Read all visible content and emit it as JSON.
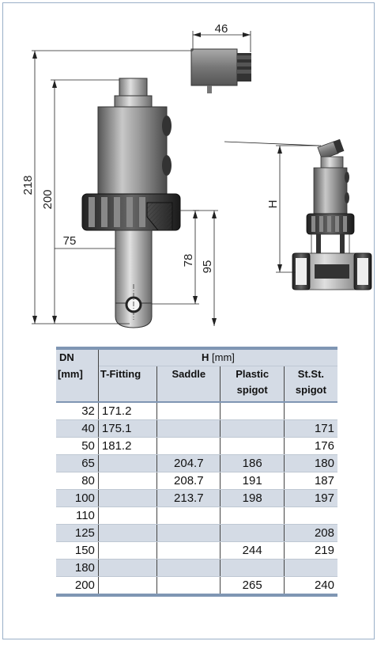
{
  "drawing": {
    "dimensions": {
      "d46": "46",
      "d218": "218",
      "d200": "200",
      "d75": "75",
      "d78": "78",
      "d95": "95",
      "dH": "H"
    }
  },
  "table": {
    "header": {
      "dn": "DN",
      "dn_unit": "[mm]",
      "h": "H",
      "h_unit": "[mm]",
      "t_fitting": "T-Fitting",
      "saddle": "Saddle",
      "plastic_line1": "Plastic",
      "plastic_line2": "spigot",
      "stst_line1": "St.St.",
      "stst_line2": "spigot"
    },
    "rows": [
      {
        "dn": "32",
        "t_fitting": "171.2",
        "saddle": "",
        "plastic": "",
        "stst": ""
      },
      {
        "dn": "40",
        "t_fitting": "175.1",
        "saddle": "",
        "plastic": "",
        "stst": "171"
      },
      {
        "dn": "50",
        "t_fitting": "181.2",
        "saddle": "",
        "plastic": "",
        "stst": "176"
      },
      {
        "dn": "65",
        "t_fitting": "",
        "saddle": "204.7",
        "plastic": "186",
        "stst": "180"
      },
      {
        "dn": "80",
        "t_fitting": "",
        "saddle": "208.7",
        "plastic": "191",
        "stst": "187"
      },
      {
        "dn": "100",
        "t_fitting": "",
        "saddle": "213.7",
        "plastic": "198",
        "stst": "197"
      },
      {
        "dn": "110",
        "t_fitting": "",
        "saddle": "",
        "plastic": "",
        "stst": ""
      },
      {
        "dn": "125",
        "t_fitting": "",
        "saddle": "",
        "plastic": "",
        "stst": "208"
      },
      {
        "dn": "150",
        "t_fitting": "",
        "saddle": "",
        "plastic": "244",
        "stst": "219"
      },
      {
        "dn": "180",
        "t_fitting": "",
        "saddle": "",
        "plastic": "",
        "stst": ""
      },
      {
        "dn": "200",
        "t_fitting": "",
        "saddle": "",
        "plastic": "265",
        "stst": "240"
      }
    ]
  }
}
